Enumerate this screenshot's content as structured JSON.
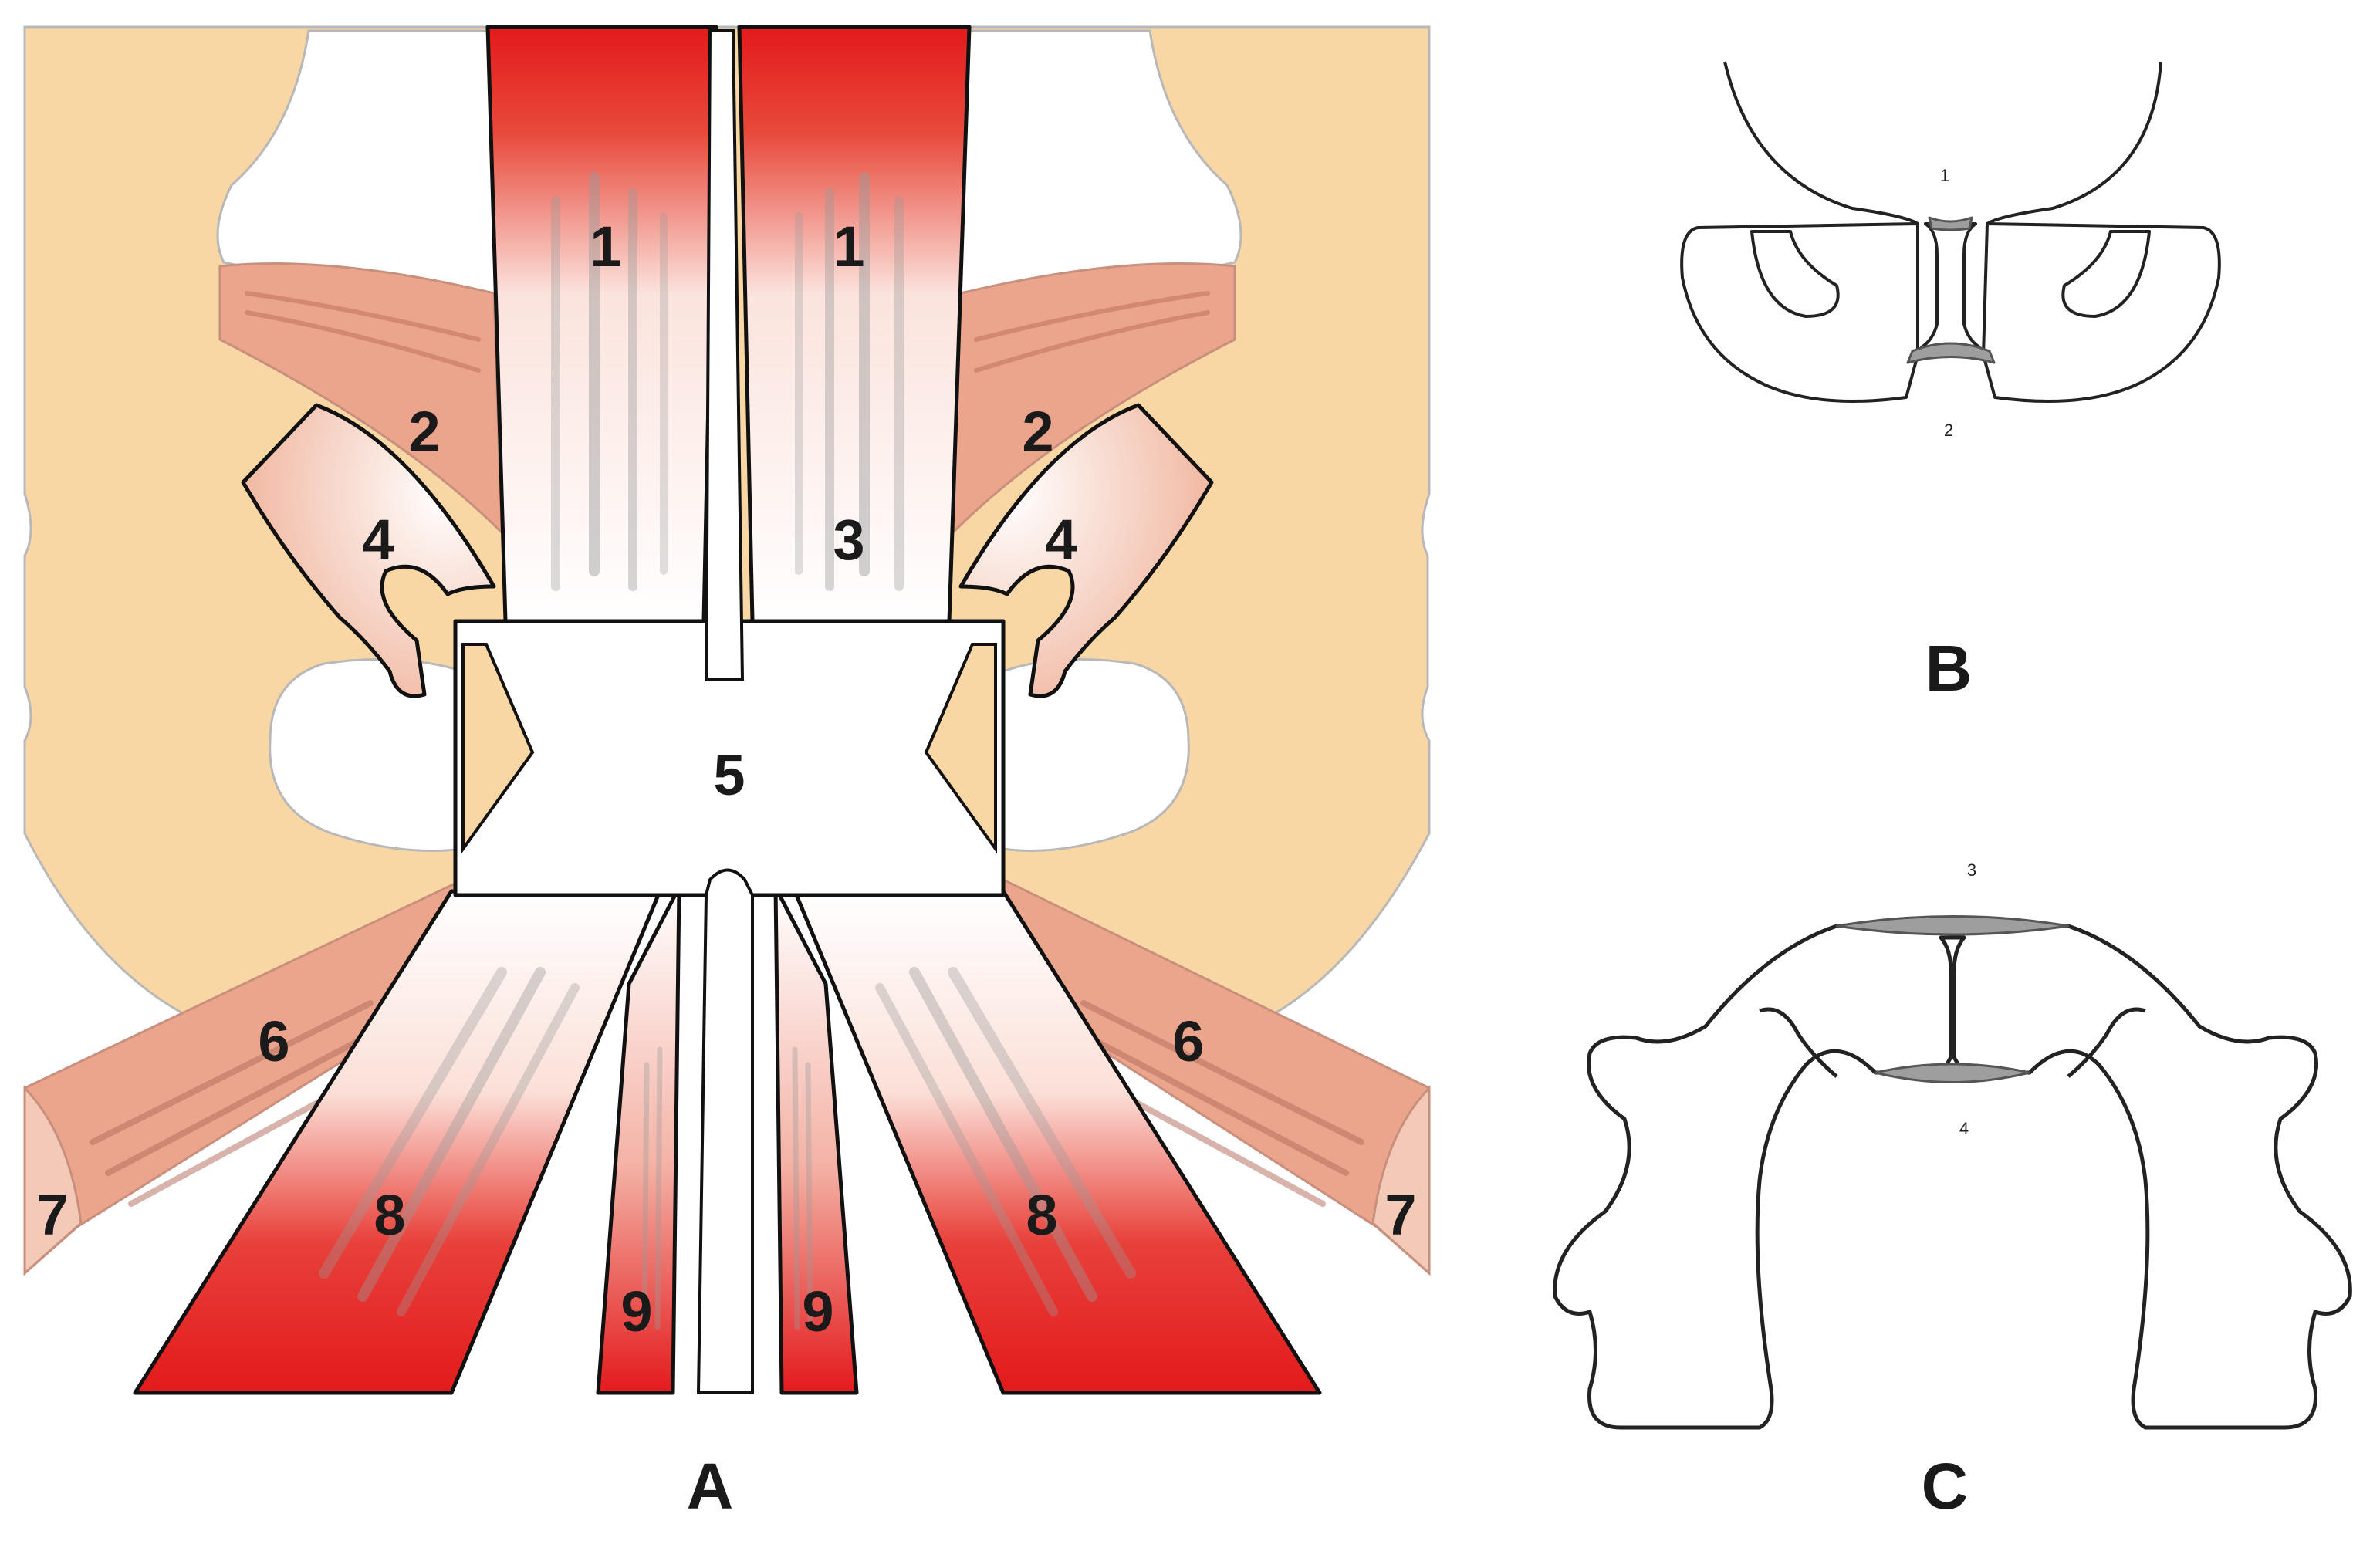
{
  "panels": {
    "a": "A",
    "b": "B",
    "c": "C"
  },
  "labels": {
    "l1a": "1",
    "l1b": "1",
    "l2a": "2",
    "l2b": "2",
    "l3": "3",
    "l4a": "4",
    "l4b": "4",
    "l5": "5",
    "l6a": "6",
    "l6b": "6",
    "l7a": "7",
    "l7b": "7",
    "l8a": "8",
    "l8b": "8",
    "l9a": "9",
    "l9b": "9"
  },
  "small_labels": {
    "b_top": "1",
    "b_bottom": "2",
    "c_top": "3",
    "c_bottom": "4"
  },
  "colors": {
    "bone": "#f8d7a4",
    "muscle": "#e31a1c",
    "ligament": "#e8a08a"
  }
}
